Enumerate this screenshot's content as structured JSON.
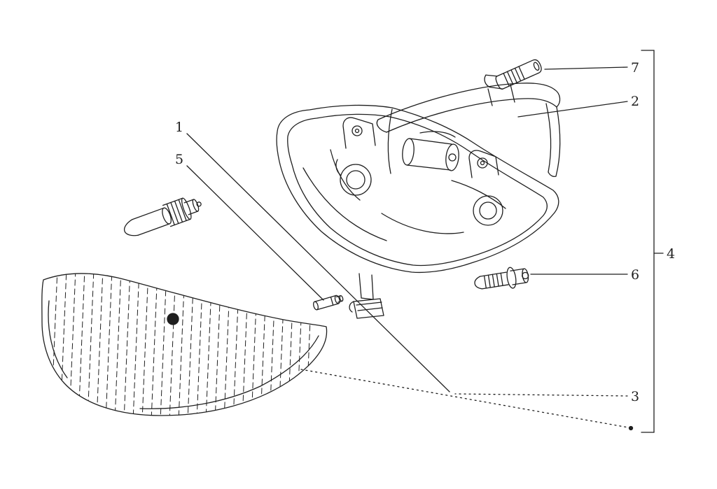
{
  "diagram": {
    "description": "Exploded parts diagram of a headlamp assembly with numbered callouts",
    "background_color": "#ffffff",
    "ink_color": "#1f1f1f",
    "callouts": [
      {
        "label": "1"
      },
      {
        "label": "2"
      },
      {
        "label": "3"
      },
      {
        "label": "4"
      },
      {
        "label": "5"
      },
      {
        "label": "6"
      },
      {
        "label": "7"
      }
    ]
  }
}
